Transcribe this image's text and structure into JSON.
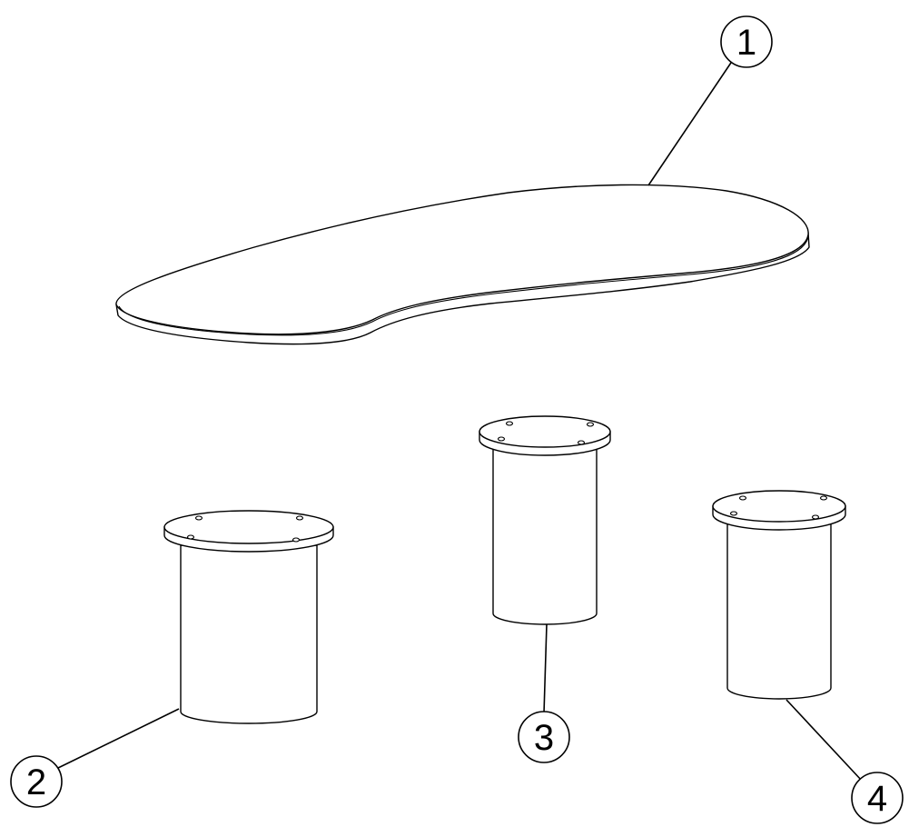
{
  "diagram": {
    "parts": [
      {
        "label": "1"
      },
      {
        "label": "2"
      },
      {
        "label": "3"
      },
      {
        "label": "4"
      }
    ]
  }
}
